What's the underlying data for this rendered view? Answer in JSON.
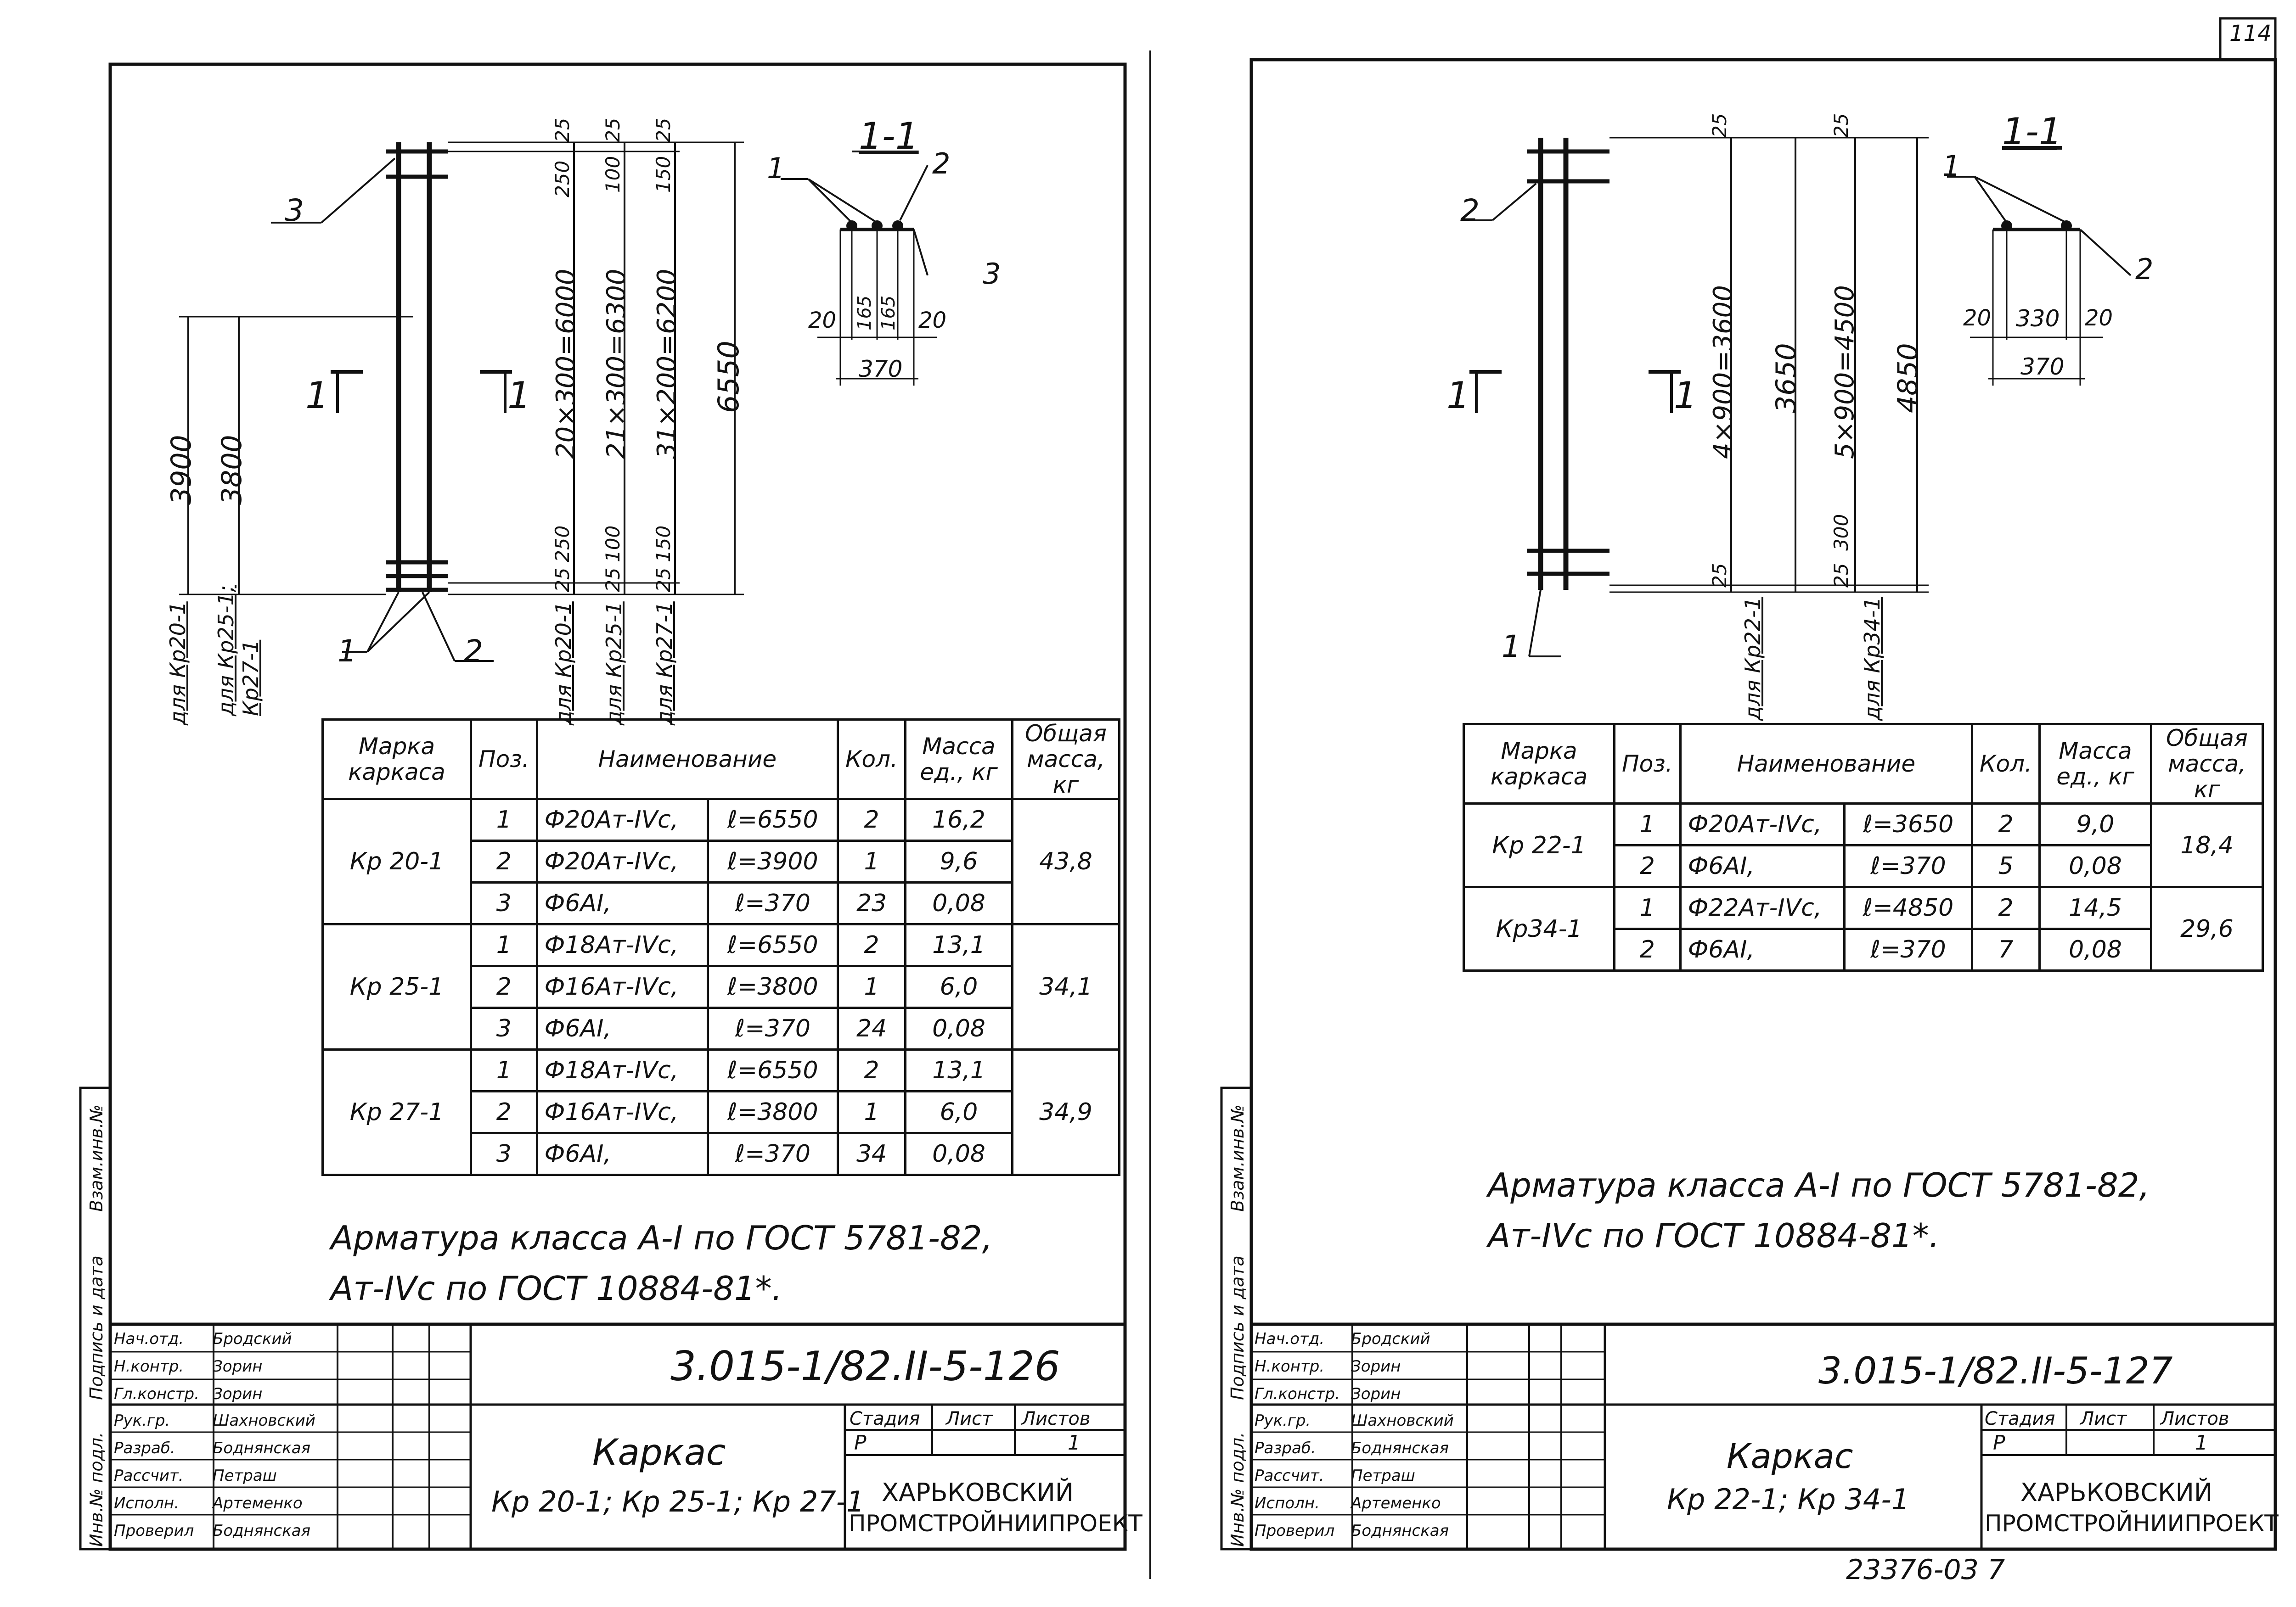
{
  "page_number": "114",
  "bottom_code": "23376-03 7",
  "sheets": [
    {
      "dims": {
        "top_25a": "25",
        "top_25b": "25",
        "top_25c": "25",
        "top_250": "250",
        "top_100": "100",
        "top_150": "150",
        "v_3900": "3900",
        "v_3800": "3800",
        "v_6000": "20×300=6000",
        "v_6300": "21×300=6300",
        "v_6200": "31×200=6200",
        "v_6550": "6550",
        "bot_250": "250",
        "bot_100": "100",
        "bot_150": "150",
        "bot_25a": "25",
        "bot_25b": "25",
        "bot_25c": "25",
        "for_kr20": "для Кр20-1",
        "for_kr25": "для Кр25-1;\nКр27-1",
        "for_kr20b": "для Кр20-1",
        "for_kr25b": "для Кр25-1",
        "for_kr27b": "для Кр27-1",
        "leader_1": "1",
        "leader_2": "2",
        "leader_3": "3",
        "cut_left": "1",
        "cut_right": "1"
      },
      "section": {
        "title": "1-1",
        "l1": "1",
        "l2": "2",
        "l3": "3",
        "d20a": "20",
        "d165a": "165",
        "d165b": "165",
        "d20b": "20",
        "d370": "370"
      },
      "table": {
        "headers": [
          "Марка каркаса",
          "Поз.",
          "Наименование",
          "Кол.",
          "Масса ед., кг",
          "Общая масса, кг"
        ],
        "groups": [
          {
            "mark": "Кр 20-1",
            "total": "43,8",
            "rows": [
              {
                "pos": "1",
                "name": "Ф20Ат-IVс,",
                "len": "ℓ=6550",
                "qty": "2",
                "mass": "16,2"
              },
              {
                "pos": "2",
                "name": "Ф20Ат-IVс,",
                "len": "ℓ=3900",
                "qty": "1",
                "mass": "9,6"
              },
              {
                "pos": "3",
                "name": "Ф6АI,",
                "len": "ℓ=370",
                "qty": "23",
                "mass": "0,08"
              }
            ]
          },
          {
            "mark": "Кр 25-1",
            "total": "34,1",
            "rows": [
              {
                "pos": "1",
                "name": "Ф18Ат-IVс,",
                "len": "ℓ=6550",
                "qty": "2",
                "mass": "13,1"
              },
              {
                "pos": "2",
                "name": "Ф16Ат-IVс,",
                "len": "ℓ=3800",
                "qty": "1",
                "mass": "6,0"
              },
              {
                "pos": "3",
                "name": "Ф6АI,",
                "len": "ℓ=370",
                "qty": "24",
                "mass": "0,08"
              }
            ]
          },
          {
            "mark": "Кр 27-1",
            "total": "34,9",
            "rows": [
              {
                "pos": "1",
                "name": "Ф18Ат-IVс,",
                "len": "ℓ=6550",
                "qty": "2",
                "mass": "13,1"
              },
              {
                "pos": "2",
                "name": "Ф16Ат-IVс,",
                "len": "ℓ=3800",
                "qty": "1",
                "mass": "6,0"
              },
              {
                "pos": "3",
                "name": "Ф6АI,",
                "len": "ℓ=370",
                "qty": "34",
                "mass": "0,08"
              }
            ]
          }
        ]
      },
      "note_line1": "Арматура класса А-I по ГОСТ 5781-82,",
      "note_line2": "Ат-IVс по ГОСТ 10884-81*.",
      "side_stamp": [
        "Инв.№ подл.",
        "Подпись и дата",
        "Взам.инв.№"
      ],
      "title_block": {
        "code": "3.015-1/82.II-5-126",
        "name": "Каркас",
        "subname": "Кр 20-1; Кр 25-1; Кр 27-1",
        "stage_label": "Стадия",
        "sheet_label": "Лист",
        "sheets_label": "Листов",
        "stage": "Р",
        "sheet": "",
        "sheets": "1",
        "org_line1": "ХАРЬКОВСКИЙ",
        "org_line2": "ПРОМСТРОЙНИИПРОЕКТ",
        "roles": [
          {
            "role": "Нач.отд.",
            "person": "Бродский"
          },
          {
            "role": "Н.контр.",
            "person": "Зорин"
          },
          {
            "role": "Гл.констр.",
            "person": "Зорин"
          },
          {
            "role": "Рук.гр.",
            "person": "Шахновский"
          },
          {
            "role": "Разраб.",
            "person": "Боднянская"
          },
          {
            "role": "Рассчит.",
            "person": "Петраш"
          },
          {
            "role": "Исполн.",
            "person": "Артеменко"
          },
          {
            "role": "Проверил",
            "person": "Боднянская"
          }
        ]
      }
    },
    {
      "dims": {
        "top_25a": "25",
        "top_25b": "25",
        "v_3600": "4×900=3600",
        "v_3650": "3650",
        "v_4500": "5×900=4500",
        "v_4850": "4850",
        "bot_25a": "25",
        "bot_300": "300",
        "bot_25b": "25",
        "for_kr22": "для Кр22-1",
        "for_kr34": "для Кр34-1",
        "leader_1": "1",
        "leader_2": "2",
        "cut_left": "1",
        "cut_right": "1"
      },
      "section": {
        "title": "1-1",
        "l1": "1",
        "l2": "2",
        "d20a": "20",
        "d330": "330",
        "d20b": "20",
        "d370": "370"
      },
      "table": {
        "headers": [
          "Марка каркаса",
          "Поз.",
          "Наименование",
          "Кол.",
          "Масса ед., кг",
          "Общая масса, кг"
        ],
        "groups": [
          {
            "mark": "Кр 22-1",
            "total": "18,4",
            "rows": [
              {
                "pos": "1",
                "name": "Ф20Ат-IVс,",
                "len": "ℓ=3650",
                "qty": "2",
                "mass": "9,0"
              },
              {
                "pos": "2",
                "name": "Ф6АI,",
                "len": "ℓ=370",
                "qty": "5",
                "mass": "0,08"
              }
            ]
          },
          {
            "mark": "Кр34-1",
            "total": "29,6",
            "rows": [
              {
                "pos": "1",
                "name": "Ф22Ат-IVс,",
                "len": "ℓ=4850",
                "qty": "2",
                "mass": "14,5"
              },
              {
                "pos": "2",
                "name": "Ф6АI,",
                "len": "ℓ=370",
                "qty": "7",
                "mass": "0,08"
              }
            ]
          }
        ]
      },
      "note_line1": "Арматура класса А-I по ГОСТ 5781-82,",
      "note_line2": "Ат-IVс по ГОСТ 10884-81*.",
      "side_stamp": [
        "Инв.№ подл.",
        "Подпись и дата",
        "Взам.инв.№"
      ],
      "title_block": {
        "code": "3.015-1/82.II-5-127",
        "name": "Каркас",
        "subname": "Кр 22-1; Кр 34-1",
        "stage_label": "Стадия",
        "sheet_label": "Лист",
        "sheets_label": "Листов",
        "stage": "Р",
        "sheet": "",
        "sheets": "1",
        "org_line1": "ХАРЬКОВСКИЙ",
        "org_line2": "ПРОМСТРОЙНИИПРОЕКТ",
        "roles": [
          {
            "role": "Нач.отд.",
            "person": "Бродский"
          },
          {
            "role": "Н.контр.",
            "person": "Зорин"
          },
          {
            "role": "Гл.констр.",
            "person": "Зорин"
          },
          {
            "role": "Рук.гр.",
            "person": "Шахновский"
          },
          {
            "role": "Разраб.",
            "person": "Боднянская"
          },
          {
            "role": "Рассчит.",
            "person": "Петраш"
          },
          {
            "role": "Исполн.",
            "person": "Артеменко"
          },
          {
            "role": "Проверил",
            "person": "Боднянская"
          }
        ]
      }
    }
  ]
}
